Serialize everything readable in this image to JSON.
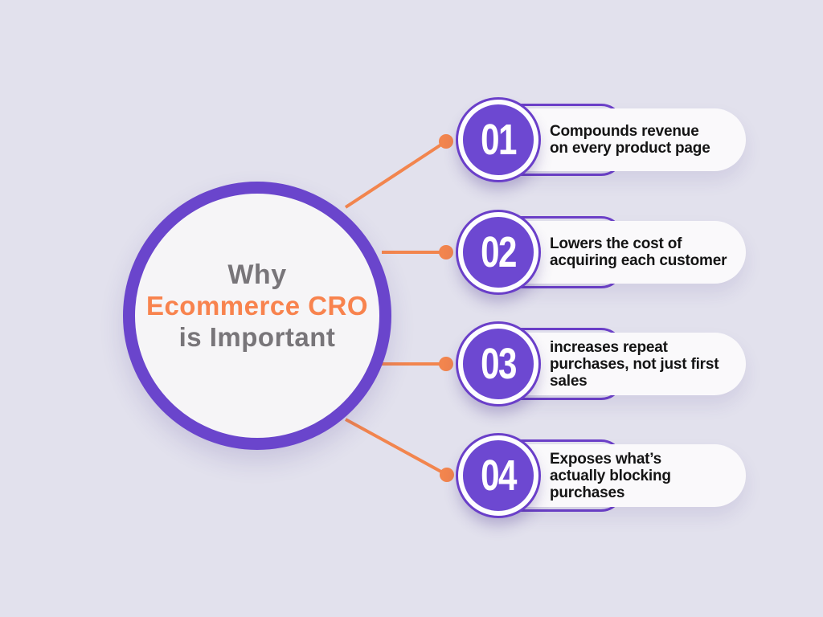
{
  "title": {
    "line1": "Why",
    "line2": "Ecommerce CRO",
    "line3": "is Important"
  },
  "items": [
    {
      "number": "01",
      "text": "Compounds revenue\non every product page"
    },
    {
      "number": "02",
      "text": "Lowers the cost of\nacquiring each customer"
    },
    {
      "number": "03",
      "text": "increases repeat\npurchases, not just first\nsales"
    },
    {
      "number": "04",
      "text": "Exposes what’s\nactually blocking\npurchases"
    }
  ],
  "colors": {
    "background": "#E2E1ED",
    "purple_ring": "#6A45CC",
    "purple_disc": "#6D48D1",
    "orange_connector": "#F2854E",
    "orange_title": "#F8834E",
    "gray_title": "#787579",
    "card_background": "#FAF9FB",
    "card_text": "#141414"
  }
}
